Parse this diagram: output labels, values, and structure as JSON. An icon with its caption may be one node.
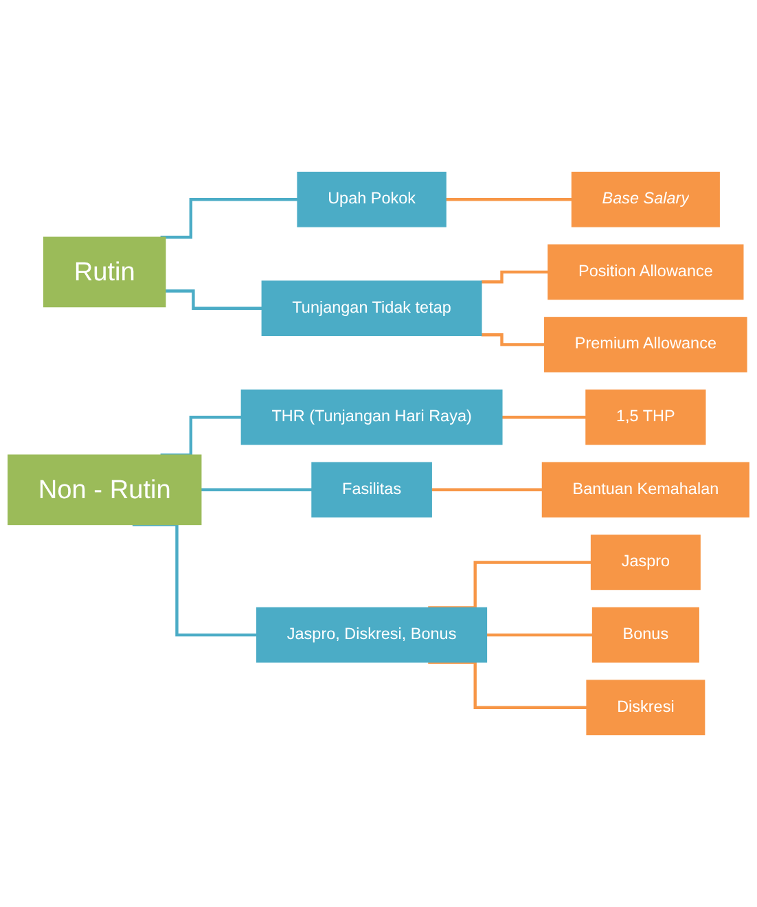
{
  "diagram": {
    "nodes": [
      {
        "text": [
          "Rutin"
        ]
      },
      {
        "text": [
          "Upah Pokok"
        ]
      },
      {
        "text": [
          "Tunjangan Tidak tetap"
        ]
      },
      {
        "text": [
          "Base Salary"
        ]
      },
      {
        "text": [
          "Position Allowance"
        ]
      },
      {
        "text": [
          "Premium Allowance"
        ]
      },
      {
        "text": [
          "Non - Rutin"
        ]
      },
      {
        "text": [
          "THR (Tunjangan Hari Raya)"
        ]
      },
      {
        "text": [
          "Fasilitas"
        ]
      },
      {
        "text": [
          "Jaspro, Diskresi, Bonus"
        ]
      },
      {
        "text": [
          "1,5 THP"
        ]
      },
      {
        "text": [
          "Bantuan Kemahalan"
        ]
      },
      {
        "text": [
          "Jaspro"
        ]
      },
      {
        "text": [
          "Bonus"
        ]
      },
      {
        "text": [
          "Diskresi"
        ]
      }
    ],
    "edges": [
      {
        "from": 0,
        "to": 1,
        "arrow": "none",
        "color": "#4bacc6"
      },
      {
        "from": 0,
        "to": 2,
        "arrow": "none",
        "color": "#4bacc6"
      },
      {
        "from": 1,
        "to": 3,
        "arrow": "none"
      },
      {
        "from": 2,
        "to": 4,
        "arrow": "none"
      },
      {
        "from": 2,
        "to": 5,
        "arrow": "none"
      },
      {
        "from": 6,
        "to": 7,
        "arrow": "none",
        "color": "#4bacc6"
      },
      {
        "from": 6,
        "to": 8,
        "arrow": "none",
        "color": "#4bacc6"
      },
      {
        "from": 6,
        "to": 9,
        "arrow": "none",
        "color": "#4bacc6"
      },
      {
        "from": 7,
        "to": 10,
        "arrow": "none"
      },
      {
        "from": 8,
        "to": 11,
        "arrow": "none"
      },
      {
        "from": 9,
        "to": 12,
        "arrow": "none"
      },
      {
        "from": 9,
        "to": 13,
        "arrow": "none"
      },
      {
        "from": 9,
        "to": 14,
        "arrow": "none"
      }
    ]
  }
}
